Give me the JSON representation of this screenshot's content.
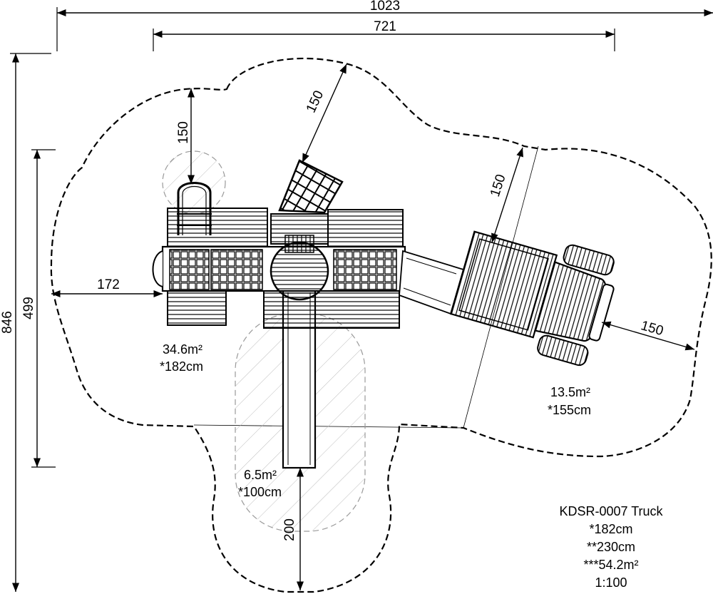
{
  "dimensions": {
    "total_width": "1023",
    "inner_width": "721",
    "total_height": "846",
    "inner_height": "499",
    "left_clearance": "172",
    "top_clearance": "150",
    "diag_clearance_top": "150",
    "truck_clearance_top": "150",
    "truck_clearance_right": "150",
    "slide_clearance": "200"
  },
  "zones": {
    "main_area": "34.6m²",
    "main_height": "*182cm",
    "slide_area": "6.5m²",
    "slide_height": "*100cm",
    "truck_area": "13.5m²",
    "truck_height": "*155cm"
  },
  "info": {
    "model": "KDSR-0007 Truck",
    "height1": "*182cm",
    "height2": "**230cm",
    "area": "***54.2m²",
    "scale": "1:100"
  }
}
